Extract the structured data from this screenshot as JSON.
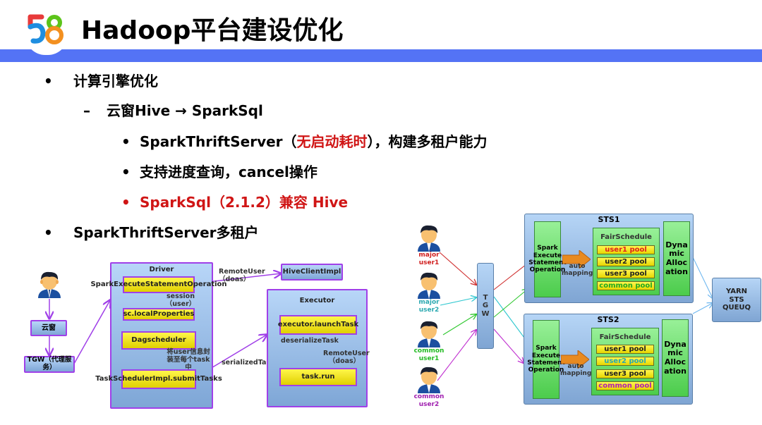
{
  "header": {
    "logo_text": "58",
    "title": "Hadoop平台建设优化",
    "accent_color": "#5473f5"
  },
  "bullets": [
    {
      "level": 1,
      "mark": "•",
      "text": "计算引擎优化"
    },
    {
      "level": 2,
      "mark": "–",
      "text": "云窗Hive → SparkSql"
    },
    {
      "level": 3,
      "mark": "•",
      "parts": [
        "SparkThriftServer（",
        "无启动耗时",
        "），构建多租户能力"
      ]
    },
    {
      "level": 3,
      "mark": "•",
      "text": "支持进度查询，cancel操作"
    },
    {
      "level": 3,
      "mark": "•",
      "text": "SparkSql（2.1.2）兼容 Hive",
      "color": "#d01515"
    },
    {
      "level": 1,
      "mark": "•",
      "text": "SparkThriftServer多租户"
    }
  ],
  "left_diagram": {
    "user_icon": "person-icon",
    "yunchuang": "云窗",
    "tgw": "TGW（代理服务）",
    "driver": {
      "title": "Driver",
      "steps": [
        "SparkExecuteStatementOperation",
        "sc.localProperties",
        "Dagscheduler",
        "TaskSchedulerImpl.submitTasks"
      ],
      "edge_labels": [
        "session（user）",
        "将user信息封装至每个task中"
      ]
    },
    "remote_user_label": "RemoteUser（doas）",
    "hive_client": "HiveClientImpl",
    "serialized_label": "serializedTask",
    "executor": {
      "title": "Executor",
      "steps": [
        "executor.launchTask",
        "task.run"
      ],
      "edge_labels": [
        "deserializeTask",
        "RemoteUser（doas）"
      ]
    }
  },
  "right_diagram": {
    "users": [
      {
        "label": "major user1",
        "color": "#d02020"
      },
      {
        "label": "major user2",
        "color": "#2aa8b0"
      },
      {
        "label": "common user1",
        "color": "#22bb22"
      },
      {
        "label": "common user2",
        "color": "#a020b0"
      }
    ],
    "tgw": "TGW",
    "sts": [
      {
        "title": "STS1",
        "executor": "Spark Execute Statement Operation",
        "mapping": "auto mapping",
        "scheduler": "FairSchedule",
        "pools": [
          {
            "label": "user1 pool",
            "color": "#e02020"
          },
          {
            "label": "user2 pool",
            "color": "#222222"
          },
          {
            "label": "user3 pool",
            "color": "#222222"
          },
          {
            "label": "common pool",
            "color": "#22aa22"
          }
        ],
        "allocation": "Dynamic Allocation"
      },
      {
        "title": "STS2",
        "executor": "Spark Execute Statement Operation",
        "mapping": "auto mapping",
        "scheduler": "FairSchedule",
        "pools": [
          {
            "label": "user1 pool",
            "color": "#222222"
          },
          {
            "label": "user2 pool",
            "color": "#2aa8b0"
          },
          {
            "label": "user3 pool",
            "color": "#222222"
          },
          {
            "label": "common pool",
            "color": "#b020b0"
          }
        ],
        "allocation": "Dynamic Allocation"
      }
    ],
    "yarn": "YARN STS QUEUQ"
  }
}
